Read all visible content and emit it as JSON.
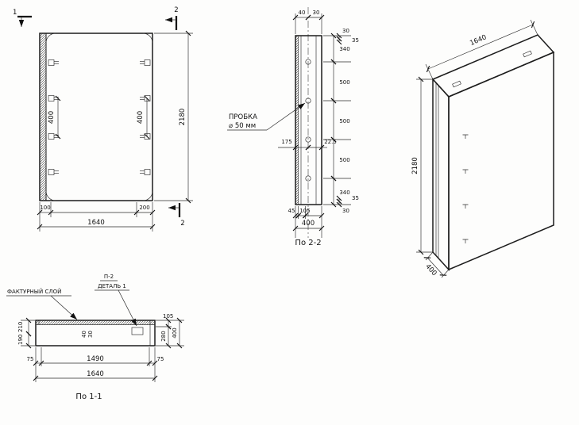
{
  "front": {
    "section_mark_1": "1",
    "section_mark_2_top": "2",
    "section_mark_2_bottom": "2",
    "dim_height": "2180",
    "dim_width_total": "1640",
    "dim_edge_left": "100",
    "dim_edge_right": "200",
    "dim_spacing_left": "400",
    "dim_spacing_right": "400"
  },
  "section_2_2": {
    "caption": "По 2-2",
    "dim_top_left": "40",
    "dim_top_right": "30",
    "small_top_1": "30",
    "small_top_2": "35",
    "chain": [
      "340",
      "500",
      "500",
      "500",
      "340"
    ],
    "small_bottom_1": "35",
    "small_bottom_2": "30",
    "dim_mid_left": "175",
    "dim_mid_right": "22.5",
    "dim_bottom_1": "45",
    "dim_bottom_2": "105",
    "dim_bottom_total": "400",
    "plug_line1": "ПРОБКА",
    "plug_line2": "⌀ 50 мм"
  },
  "isometric": {
    "dim_width": "1640",
    "dim_height": "2180",
    "dim_depth": "400"
  },
  "section_1_1": {
    "caption": "По 1-1",
    "facing_layer_label": "ФАКТУРНЫЙ СЛОЙ",
    "detail_line1": "П-2",
    "detail_line2": "ДЕТАЛЬ 1",
    "dim_left_top": "210",
    "dim_left_bottom": "190",
    "dim_top_1": "40",
    "dim_top_2": "30",
    "dim_right_1": "105",
    "dim_right_2": "280",
    "dim_right_total": "400",
    "dim_bottom_left": "75",
    "dim_bottom_mid": "1490",
    "dim_bottom_right": "75",
    "dim_bottom_total": "1640"
  }
}
